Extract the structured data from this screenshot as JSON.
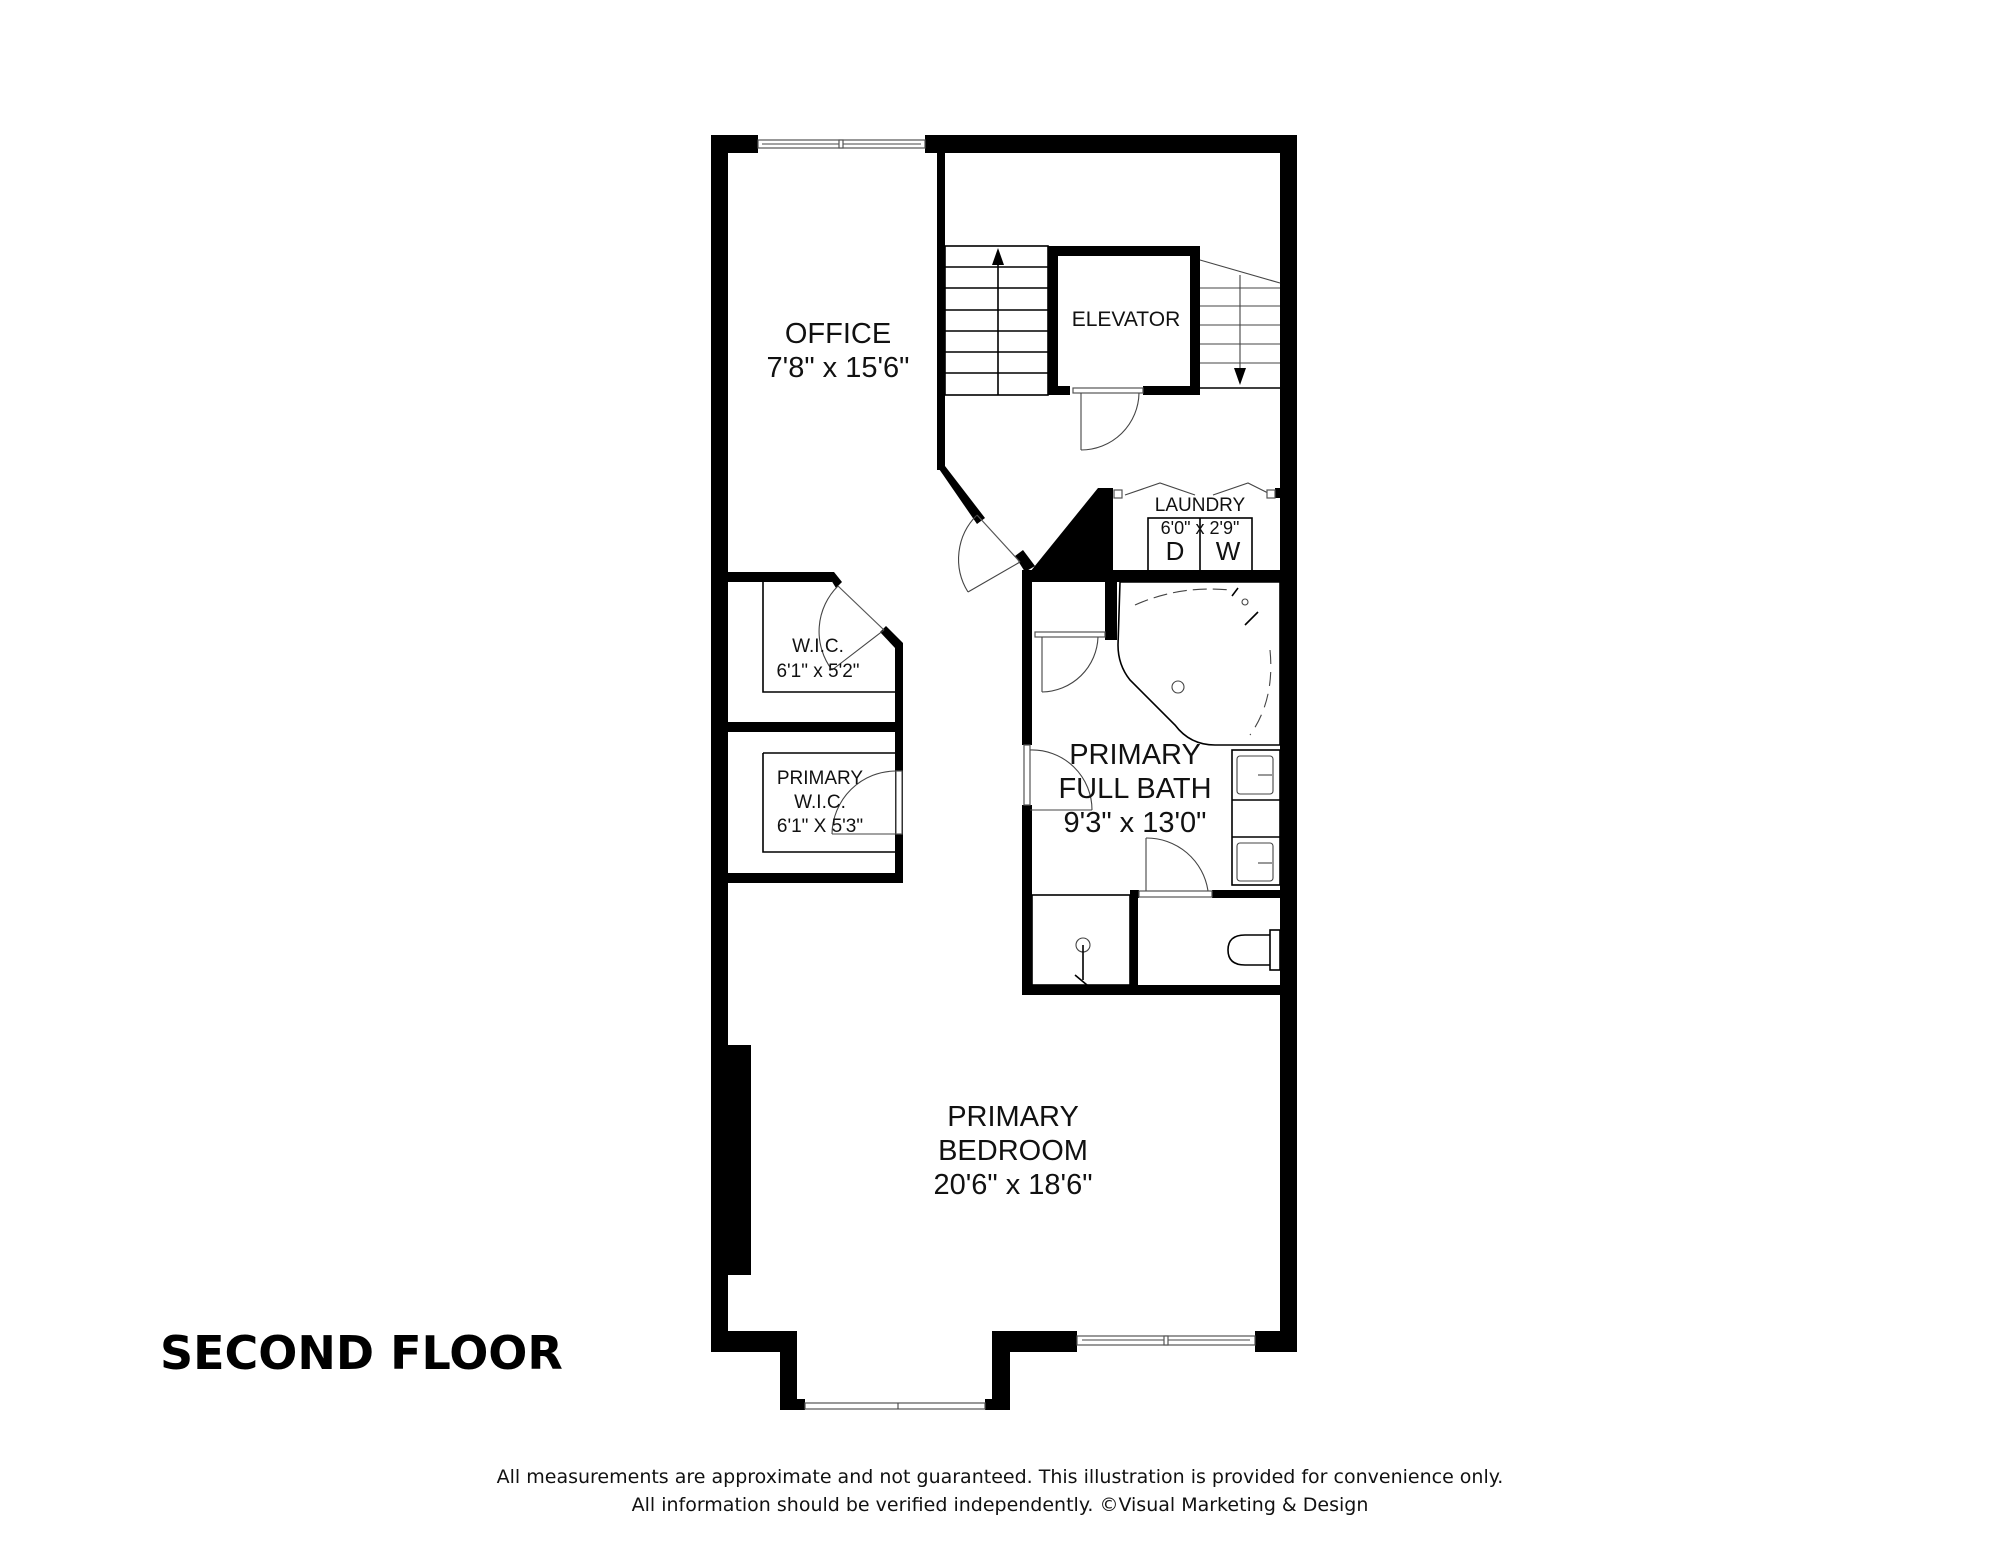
{
  "floor": {
    "title": "SECOND FLOOR"
  },
  "rooms": {
    "office": {
      "name": "OFFICE",
      "dims": "7'8\" x 15'6\""
    },
    "elevator": {
      "name": "ELEVATOR"
    },
    "laundry": {
      "name": "LAUNDRY",
      "dims": "6'0\" x 2'9\"",
      "appliances": [
        "D",
        "W"
      ]
    },
    "wic": {
      "name": "W.I.C.",
      "dims": "6'1\" x 5'2\""
    },
    "primary_wic": {
      "name_line1": "PRIMARY",
      "name_line2": "W.I.C.",
      "dims": "6'1\" X 5'3\""
    },
    "primary_bath": {
      "name_line1": "PRIMARY",
      "name_line2": "FULL BATH",
      "dims": "9'3\" x 13'0\""
    },
    "primary_bedroom": {
      "name_line1": "PRIMARY",
      "name_line2": "BEDROOM",
      "dims": "20'6\" x 18'6\""
    }
  },
  "stairs": {
    "up_arrow": "up-arrow",
    "down_arrow": "down-arrow"
  },
  "footer": {
    "line1": "All measurements are approximate and not guaranteed. This illustration is provided for convenience only.",
    "line2": "All information should be verified independently. ©Visual Marketing & Design"
  },
  "colors": {
    "wall": "#000000",
    "background": "#ffffff",
    "window": "#555555"
  }
}
